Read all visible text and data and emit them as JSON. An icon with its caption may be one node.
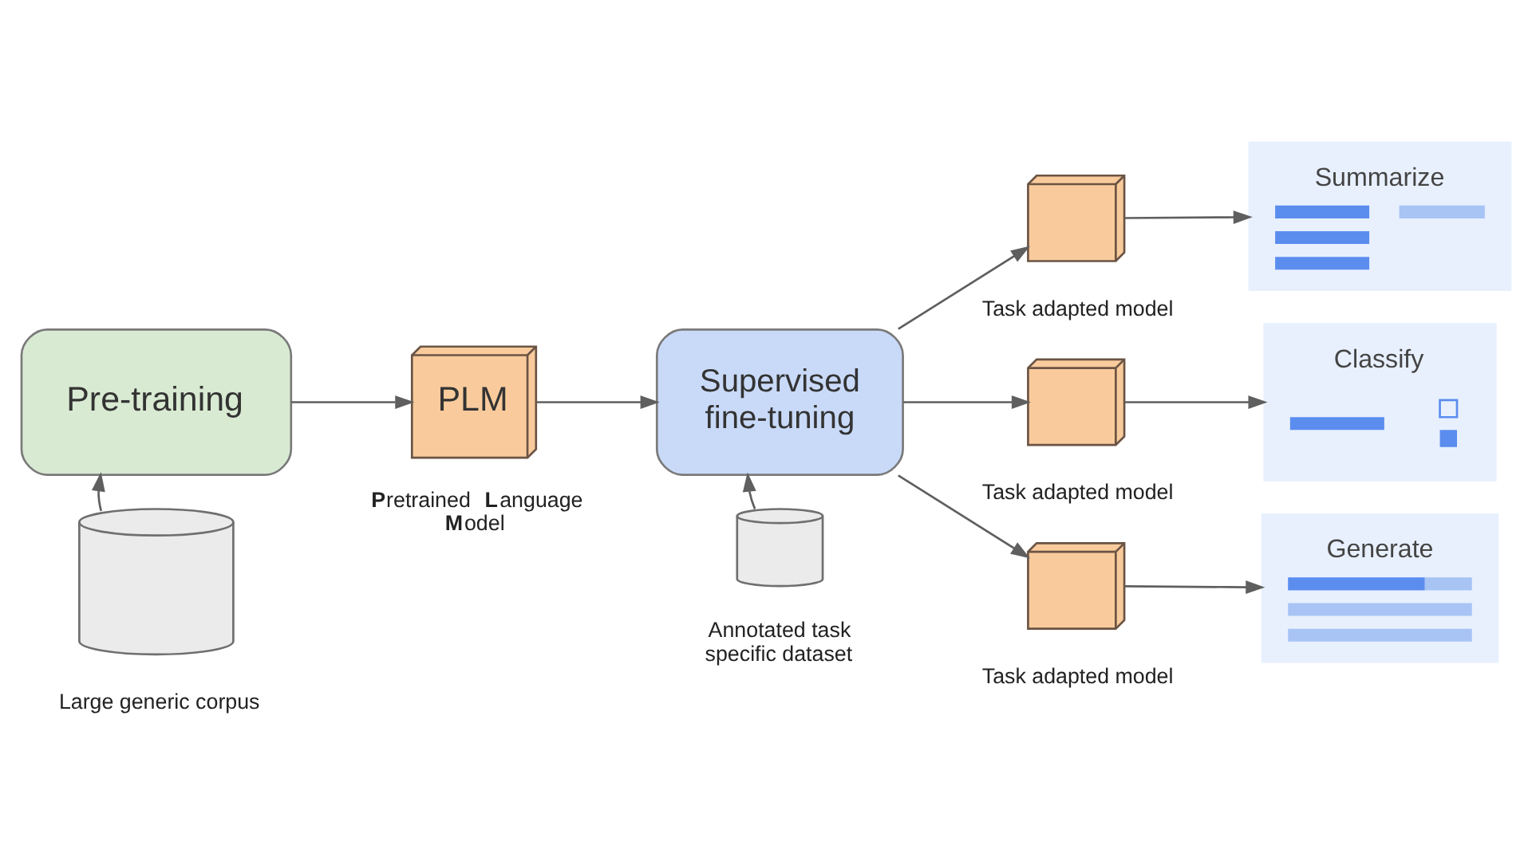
{
  "diagram": {
    "nodes": [
      {
        "text": [
          "Pre-training"
        ]
      },
      {
        "text": [
          "PLM"
        ],
        "beside": [
          "**P**retrained **L**anguage **M**odel"
        ]
      },
      {
        "text": [
          "Supervised fine-tuning"
        ]
      },
      {
        "text": [],
        "shape": "cylinder",
        "beside": [
          "Large generic corpus"
        ]
      },
      {
        "text": [],
        "shape": "cylinder",
        "beside": [
          "Annotated task specific dataset"
        ]
      },
      {
        "text": [],
        "shape": "box",
        "beside": [
          "Task adapted model"
        ]
      },
      {
        "text": [],
        "shape": "box",
        "beside": [
          "Task adapted model"
        ]
      },
      {
        "text": [],
        "shape": "box",
        "beside": [
          "Task adapted model"
        ]
      },
      {
        "text": [
          "Summarize"
        ]
      },
      {
        "text": [
          "Classify"
        ]
      },
      {
        "text": [
          "Generate"
        ]
      }
    ],
    "edges": [
      {
        "from": 3,
        "to": 0,
        "arrow": "to"
      },
      {
        "from": 0,
        "to": 1,
        "arrow": "to"
      },
      {
        "from": 1,
        "to": 2,
        "arrow": "to"
      },
      {
        "from": 4,
        "to": 2,
        "arrow": "to"
      },
      {
        "from": 2,
        "to": 5,
        "arrow": "to"
      },
      {
        "from": 2,
        "to": 6,
        "arrow": "to"
      },
      {
        "from": 2,
        "to": 7,
        "arrow": "to"
      },
      {
        "from": 5,
        "to": 8,
        "arrow": "to"
      },
      {
        "from": 6,
        "to": 9,
        "arrow": "to"
      },
      {
        "from": 7,
        "to": 10,
        "arrow": "to"
      }
    ]
  }
}
